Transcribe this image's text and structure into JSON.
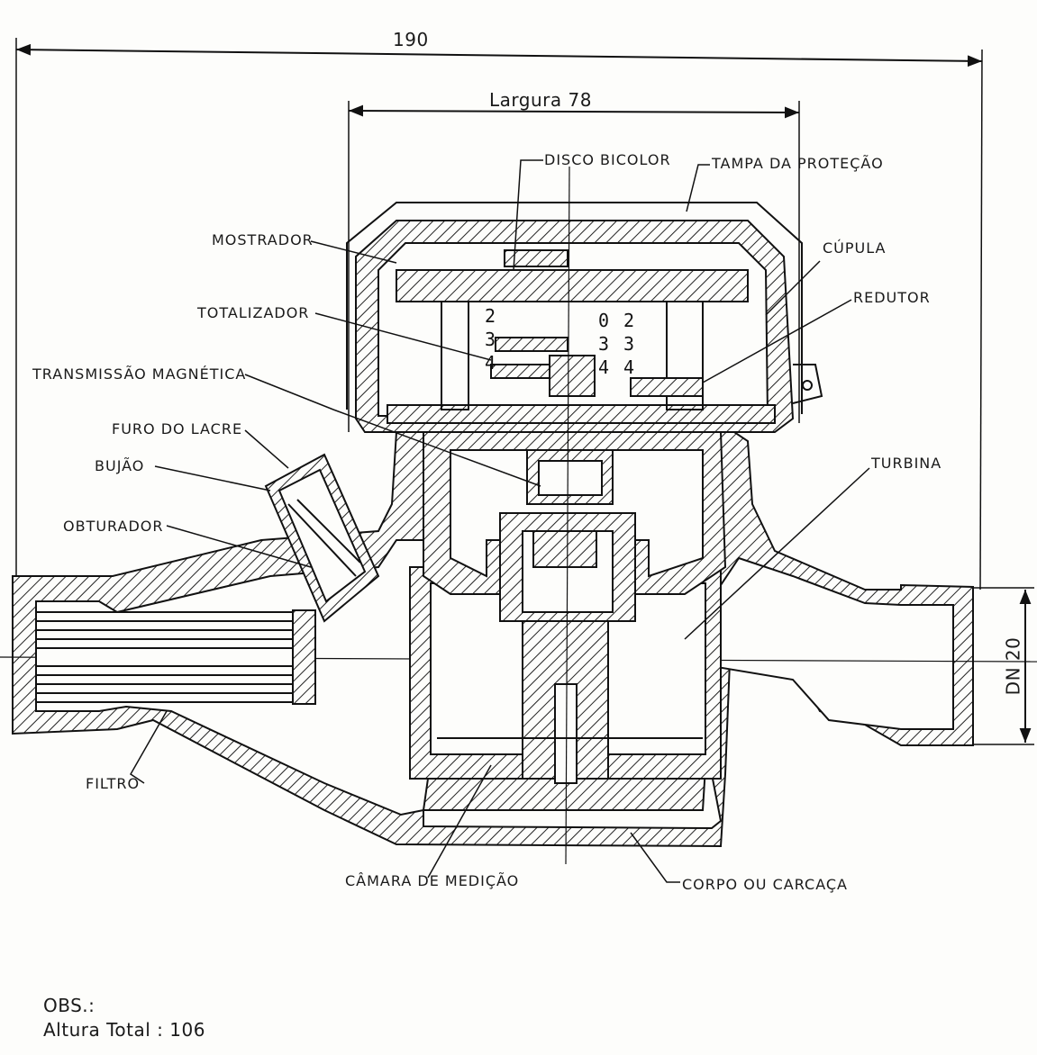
{
  "dimensions": {
    "overall_length": "190",
    "width": "Largura 78",
    "nominal_diameter": "DN 20"
  },
  "labels": {
    "disco_bicolor": "DISCO BICOLOR",
    "tampa": "TAMPA DA PROTEÇÃO",
    "mostrador": "MOSTRADOR",
    "cupula": "CÚPULA",
    "totalizador": "TOTALIZADOR",
    "redutor": "REDUTOR",
    "transmissao": "TRANSMISSÃO MAGNÉTICA",
    "furo_lacre": "FURO DO LACRE",
    "bujao": "BUJÃO",
    "obturador": "OBTURADOR",
    "turbina": "TURBINA",
    "filtro": "FILTRO",
    "camara": "CÂMARA DE MEDIÇÃO",
    "corpo": "CORPO OU CARCAÇA"
  },
  "counter_digits": {
    "left": [
      "2",
      "3",
      "4"
    ],
    "middle": [
      "0",
      "3",
      "4"
    ],
    "right": [
      "2",
      "3",
      "4"
    ]
  },
  "notes": {
    "obs": "OBS.:",
    "altura_total": "Altura Total : 106"
  }
}
